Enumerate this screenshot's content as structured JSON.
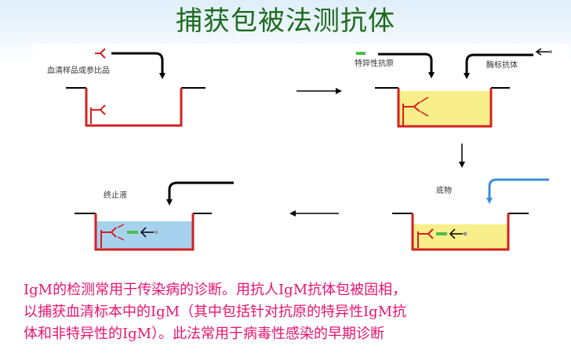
{
  "title": "捕获包被法测抗体",
  "diagram": {
    "step1_caption": "血清样品或参比品",
    "step2_caption_antigen": "特异性抗原",
    "step2_caption_enzyme": "酶标抗体",
    "step3_caption": "底物",
    "step4_caption": "终止液"
  },
  "description": {
    "line1": "IgM的检测常用于传染病的诊断。用抗人IgM抗体包被固相，",
    "line2": "以捕获血清标本中的IgM（其中包括针对抗原的特异性IgM抗",
    "line3": "体和非特异性的IgM）。此法常用于病毒性感染的早期诊断"
  },
  "colors": {
    "title": "#1e6b1e",
    "text": "#e8136f",
    "well_wall": "#d42020",
    "substrate_fill": "#f8ee8a",
    "stop_fill": "#a6d2ee",
    "antigen": "#4cbf4c",
    "stop_arrow": "#3a8fd8"
  }
}
